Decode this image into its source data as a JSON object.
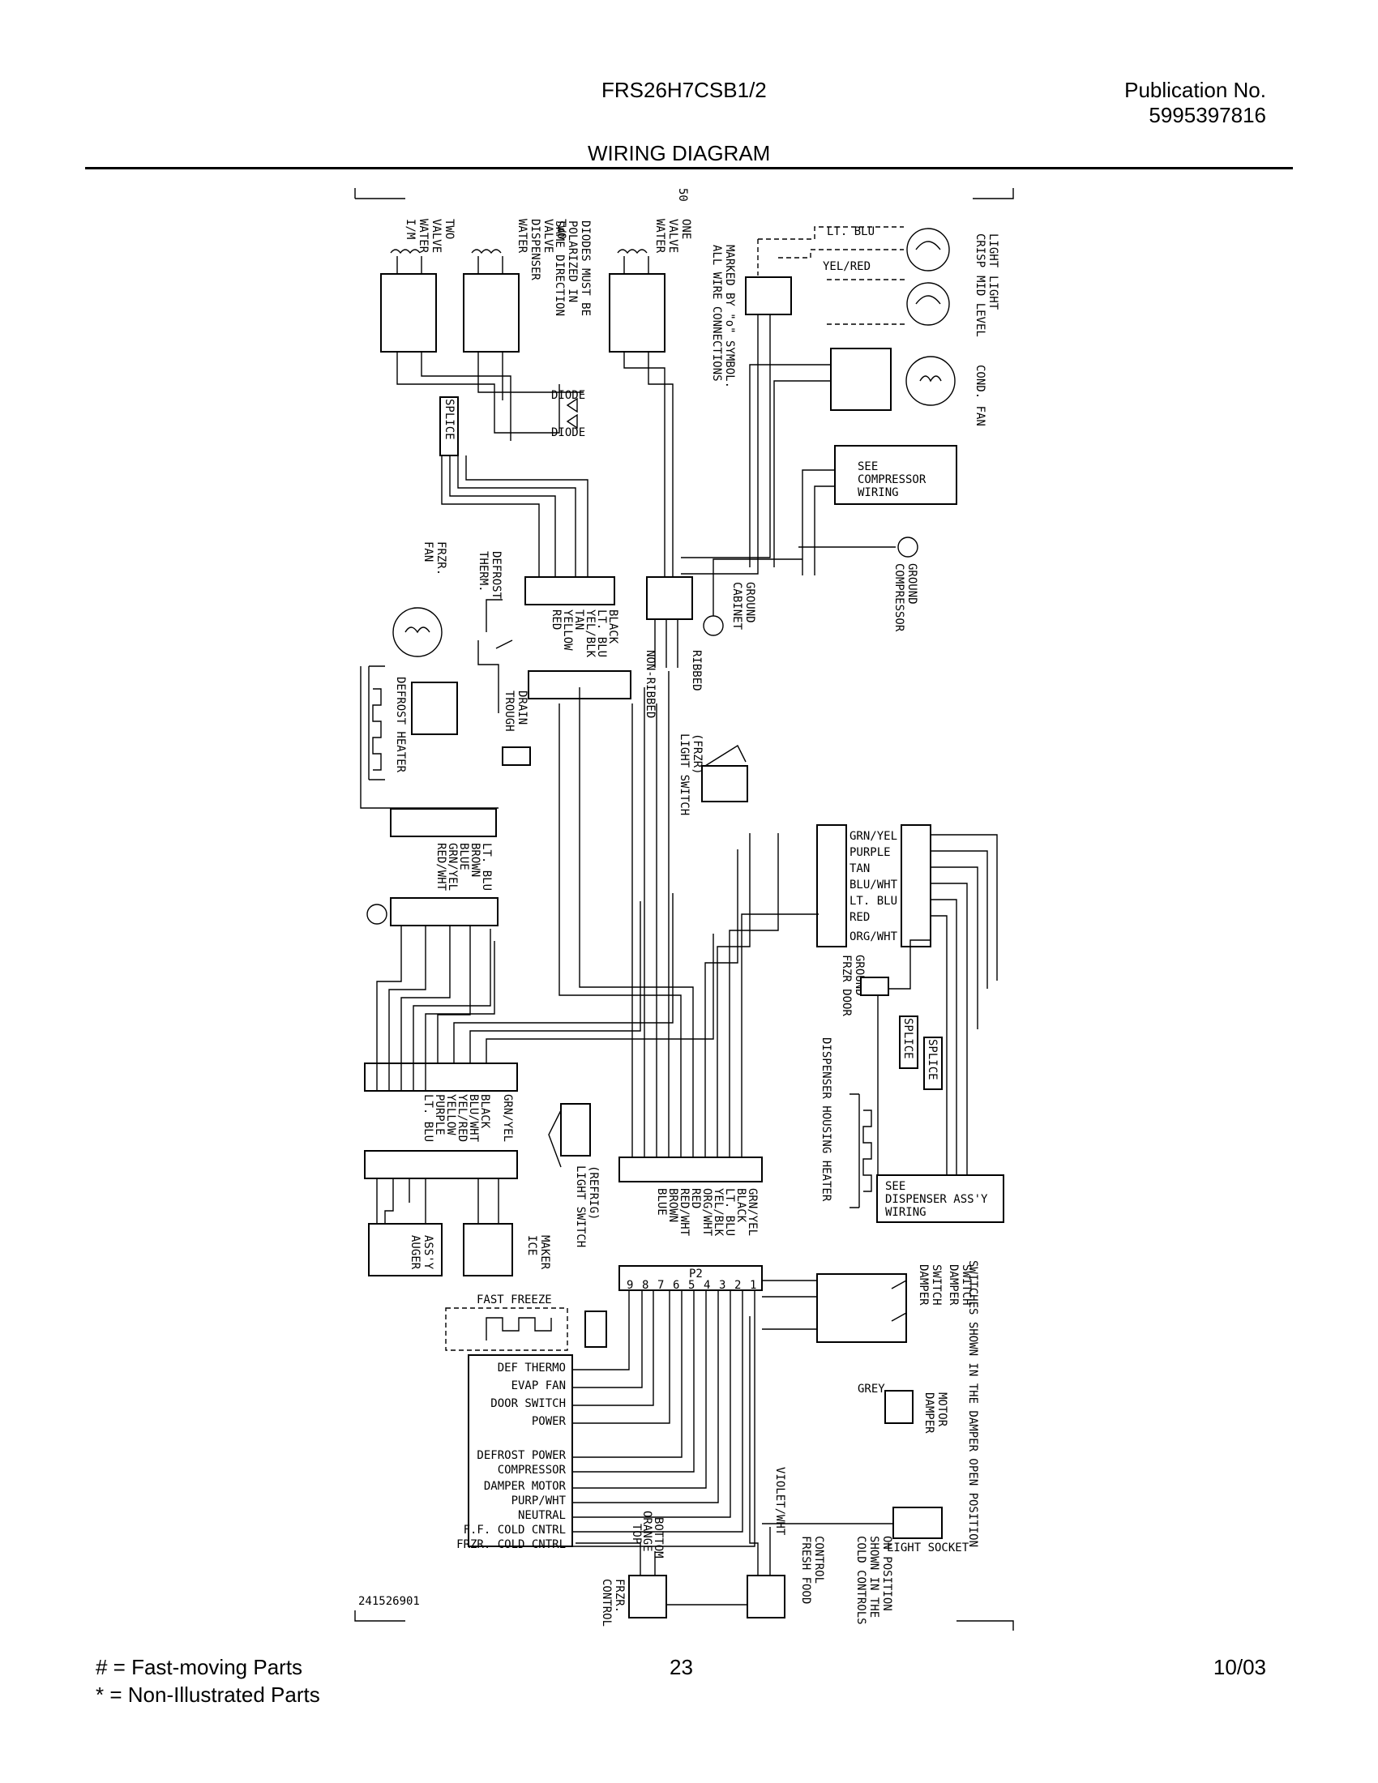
{
  "header": {
    "model": "FRS26H7CSB1/2",
    "publication_label": "Publication No.",
    "publication_number": "5995397816",
    "title": "WIRING DIAGRAM"
  },
  "diagram": {
    "corner_mark": "50",
    "drawing_number": "241526901",
    "notes": {
      "wire_connections": [
        "ALL WIRE CONNECTIONS",
        "MARKED BY \"o\" SYMBOL."
      ],
      "diodes": [
        "DIODES MUST BE",
        "POLARIZED IN",
        "SAME DIRECTION"
      ],
      "dampers": "SWITCHES SHOWN IN THE DAMPER OPEN POSITION",
      "cold_controls": [
        "COLD CONTROLS",
        "SHOWN IN THE",
        "ON POSITION"
      ]
    },
    "components": {
      "im_valve_two": [
        "I/M",
        "WATER",
        "VALVE",
        "TWO"
      ],
      "dispenser_valve_two": [
        "WATER",
        "DISPENSER",
        "VALVE",
        "TWO"
      ],
      "water_valve_one": [
        "WATER",
        "VALVE",
        "ONE"
      ],
      "crisp_light": [
        "CRISP",
        "LIGHT"
      ],
      "mid_level_light": [
        "MID LEVEL",
        "LIGHT"
      ],
      "cond_fan": [
        "COND. FAN"
      ],
      "compressor_wiring": [
        "SEE",
        "COMPRESSOR",
        "WIRING"
      ],
      "compressor_ground": [
        "COMPRESSOR",
        "GROUND"
      ],
      "cabinet_ground": [
        "CABINET",
        "GROUND"
      ],
      "diode": "DIODE",
      "splice": "SPLICE",
      "frzr_fan": [
        "FRZR.",
        "FAN"
      ],
      "defrost_therm": [
        "DEFROST",
        "THERM."
      ],
      "defrost_heater": "DEFROST HEATER",
      "drain_trough": [
        "DRAIN",
        "TROUGH"
      ],
      "ribbed": "RIBBED",
      "non_ribbed": "NON-RIBBED",
      "light_switch_frzr": [
        "LIGHT SWITCH",
        "(FRZR)"
      ],
      "frzr_door_ground": [
        "FRZR DOOR",
        "GROUND"
      ],
      "dispenser_housing_heater": "DISPENSER HOUSING HEATER",
      "dispenser_assy_wiring": [
        "SEE",
        "DISPENSER ASS'Y",
        "WIRING"
      ],
      "light_switch_refrig": [
        "LIGHT SWITCH",
        "(REFRIG)"
      ],
      "auger_assy": [
        "AUGER",
        "ASS'Y"
      ],
      "ice_maker": [
        "ICE",
        "MAKER"
      ],
      "fast_freeze": "FAST FREEZE",
      "damper_switch": [
        "DAMPER",
        "SWITCH"
      ],
      "damper_switch_2": [
        "DAMPER",
        "SWITCH"
      ],
      "damper_motor": [
        "DAMPER",
        "MOTOR"
      ],
      "grey": "GREY",
      "light_socket": "LIGHT SOCKET",
      "fresh_food_control": [
        "FRESH FOOD",
        "CONTROL"
      ],
      "frzr_control": [
        "FRZR.",
        "CONTROL"
      ],
      "violet_wht": "VIOLET/WHT",
      "orange": "ORANGE",
      "top": "TOP",
      "bottom": "BOTTOM",
      "p2": "P2"
    },
    "wire_colors": {
      "crisp_light_leads": [
        "LT. BLU",
        "YEL/RED"
      ],
      "main_connector": [
        "BLACK",
        "LT. BLU",
        "YEL/BLK",
        "TAN",
        "YELLOW",
        "RED"
      ],
      "defrost_connector": [
        "LT. BLU",
        "BROWN",
        "BLUE",
        "GRN/YEL",
        "RED/WHT"
      ],
      "door_connector": [
        "GRN/YEL",
        "PURPLE",
        "TAN",
        "BLU/WHT",
        "LT. BLU",
        "RED",
        "ORG/WHT"
      ],
      "ice_connector": [
        "GRN/YEL",
        "BLACK",
        "BLU/WHT",
        "YEL/RED",
        "YELLOW",
        "PURPLE",
        "LT. BLU"
      ],
      "control_connector": [
        "GRN/YEL",
        "BLACK",
        "LT. BLU",
        "YEL/BLK",
        "ORG/WHT",
        "RED",
        "RED/WHT",
        "BROWN",
        "BLUE"
      ]
    },
    "p2_pins": [
      "9",
      "8",
      "7",
      "6",
      "5",
      "4",
      "3",
      "2",
      "1"
    ],
    "control_terminals": [
      "DEF THERMO",
      "EVAP FAN",
      "DOOR SWITCH",
      "POWER",
      "DEFROST POWER",
      "COMPRESSOR",
      "DAMPER MOTOR",
      "PURP/WHT",
      "NEUTRAL",
      "F.F. COLD CNTRL",
      "FRZR. COLD CNTRL"
    ]
  },
  "footer": {
    "legend_fast": "#  =  Fast-moving Parts",
    "legend_non": "*   =  Non-Illustrated Parts",
    "page": "23",
    "date": "10/03"
  }
}
